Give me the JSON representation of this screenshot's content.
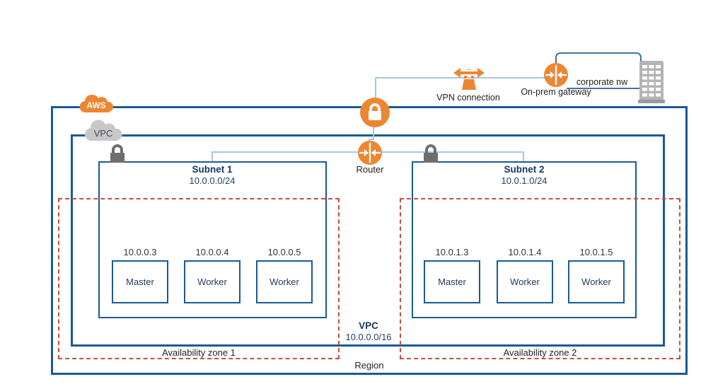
{
  "clouds": {
    "aws": "AWS",
    "vpc": "VPC"
  },
  "region": {
    "label": "Region"
  },
  "vpc": {
    "label": "VPC",
    "cidr": "10.0.0.0/16"
  },
  "availability_zones": [
    {
      "label": "Availability zone 1"
    },
    {
      "label": "Availability zone 2"
    }
  ],
  "subnets": [
    {
      "title": "Subnet 1",
      "cidr": "10.0.0.0/24",
      "instances": [
        {
          "ip": "10.0.0.3",
          "role": "Master"
        },
        {
          "ip": "10.0.0.4",
          "role": "Worker"
        },
        {
          "ip": "10.0.0.5",
          "role": "Worker"
        }
      ]
    },
    {
      "title": "Subnet 2",
      "cidr": "10.0.1.0/24",
      "instances": [
        {
          "ip": "10.0.1.3",
          "role": "Master"
        },
        {
          "ip": "10.0.1.4",
          "role": "Worker"
        },
        {
          "ip": "10.0.1.5",
          "role": "Worker"
        }
      ]
    }
  ],
  "nodes": {
    "router_label": "Router",
    "vpn_connection_label": "VPN connection",
    "onprem_gateway_label": "On-prem gateway",
    "corporate_nw_label": "corporate nw"
  },
  "icons": [
    "aws-cloud-icon",
    "vpc-cloud-icon",
    "lock-icon",
    "vpn-gateway-lock-icon",
    "router-icon",
    "vpn-connection-icon",
    "onprem-gateway-icon",
    "corporate-building-icon"
  ],
  "colors": {
    "border_blue": "#1a5a96",
    "connector_light_blue": "#a9c6e3",
    "connector_dark_blue": "#2e6093",
    "az_dashed_red": "#c94f3b",
    "icon_orange": "#ed8633",
    "lock_gray": "#6e6e6e",
    "cloud_gray": "#c8c8c8"
  }
}
